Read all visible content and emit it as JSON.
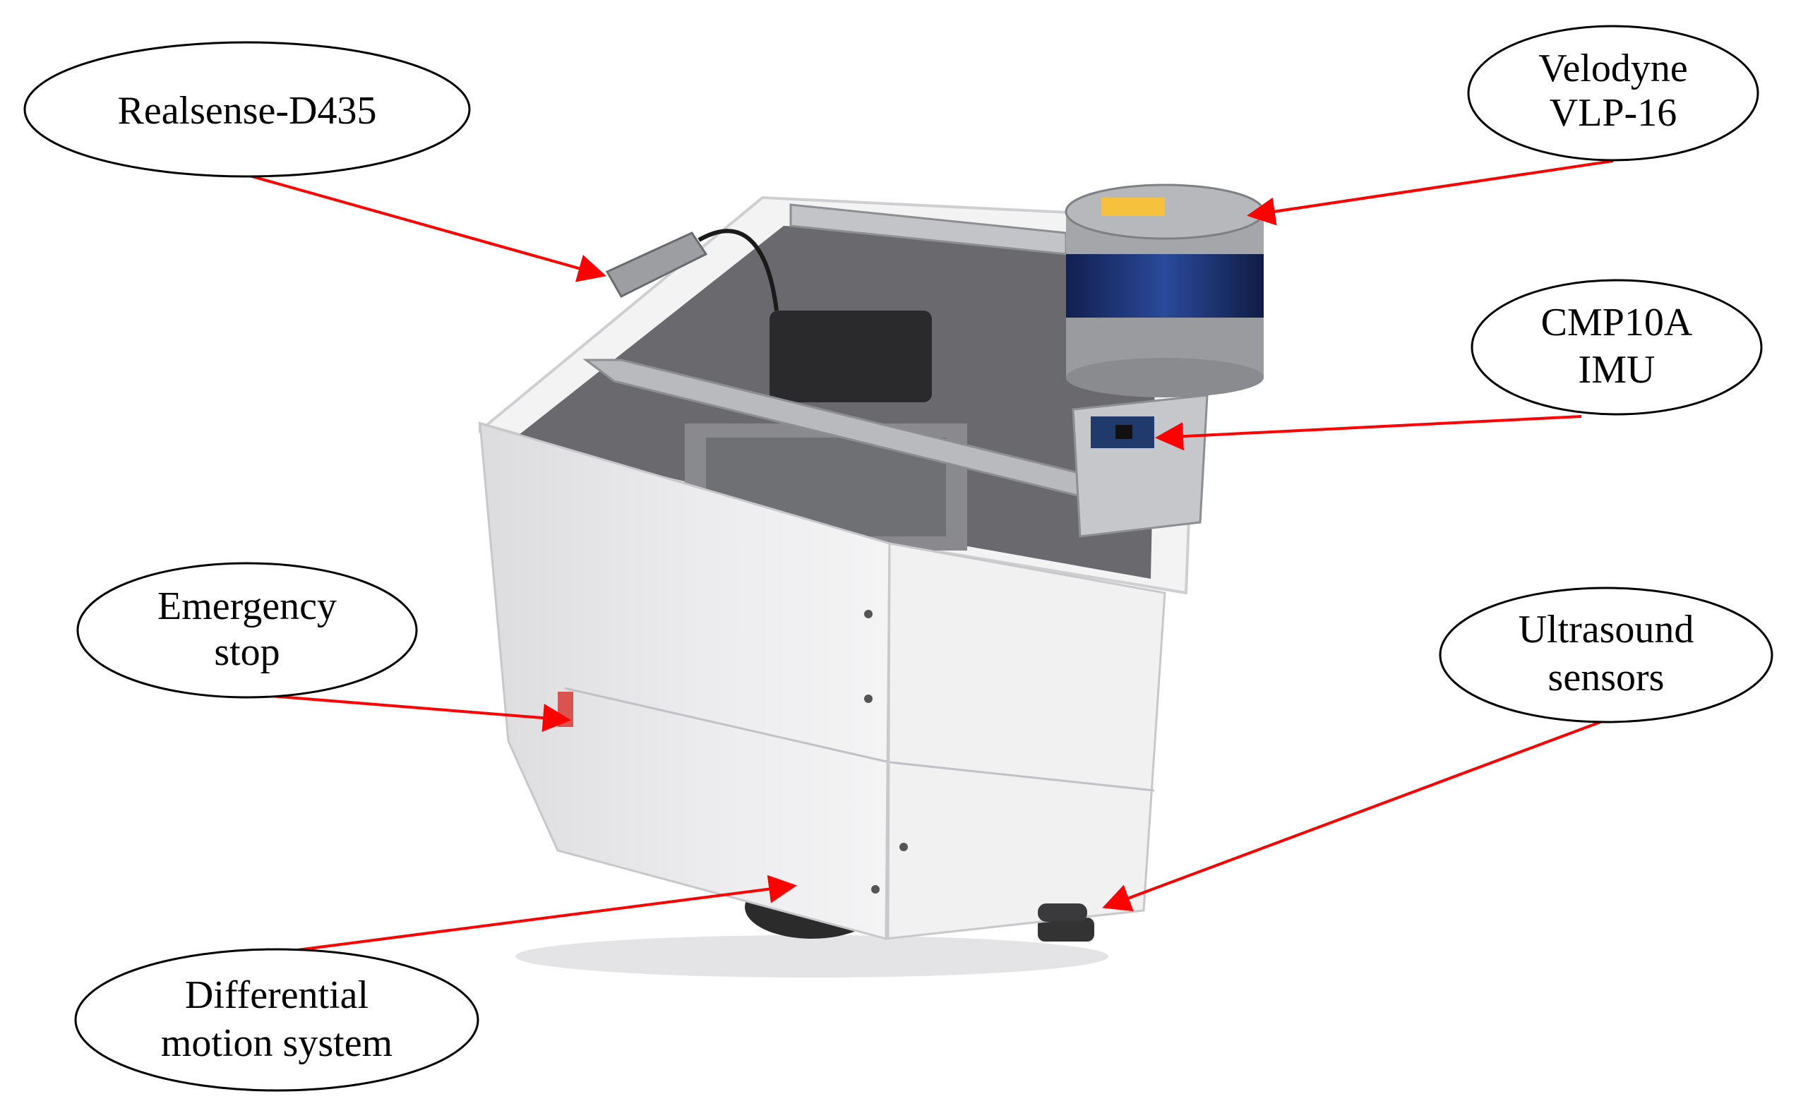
{
  "callouts": [
    {
      "id": "realsense",
      "lines": [
        "Realsense-D435"
      ]
    },
    {
      "id": "velodyne",
      "lines": [
        "Velodyne",
        "VLP-16"
      ]
    },
    {
      "id": "imu",
      "lines": [
        "CMP10A",
        "IMU"
      ]
    },
    {
      "id": "estop",
      "lines": [
        "Emergency",
        "stop"
      ]
    },
    {
      "id": "ultrasound",
      "lines": [
        "Ultrasound",
        "sensors"
      ]
    },
    {
      "id": "motion",
      "lines": [
        "Differential",
        "motion system"
      ]
    }
  ],
  "colors": {
    "arrow": "#ff0000",
    "robot_body": "#e9e9ea",
    "lidar": "#1c2f6b"
  }
}
